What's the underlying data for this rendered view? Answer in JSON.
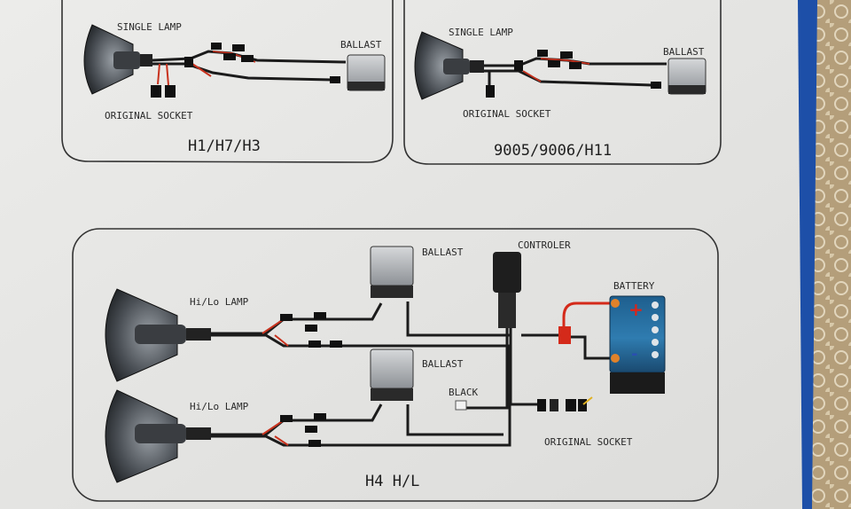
{
  "panels": {
    "h1": {
      "title": "H1/H7/H3",
      "lamp_label": "SINGLE LAMP",
      "ballast_label": "BALLAST",
      "socket_label": "ORIGINAL SOCKET"
    },
    "h9005": {
      "title": "9005/9006/H11",
      "lamp_label": "SINGLE LAMP",
      "ballast_label": "BALLAST",
      "socket_label": "ORIGINAL SOCKET"
    },
    "h4": {
      "title": "H4 H/L",
      "lamp_label_top": "Hi/Lo LAMP",
      "lamp_label_bottom": "Hi/Lo LAMP",
      "ballast_label_top": "BALLAST",
      "ballast_label_bottom": "BALLAST",
      "controller_label": "CONTROLER",
      "battery_label": "BATTERY",
      "battery_plus": "+",
      "battery_minus": "-",
      "black_label": "BLACK",
      "socket_label": "ORIGINAL SOCKET"
    }
  },
  "colors": {
    "paper": "#e8e8e6",
    "wire_black": "#1b1b1b",
    "wire_red": "#c8321e",
    "battery_plus": "#d8261b",
    "battery_minus": "#2a4fb0",
    "fuse_red": "#d42a1a",
    "blue_stripe": "#1d4fa8"
  }
}
